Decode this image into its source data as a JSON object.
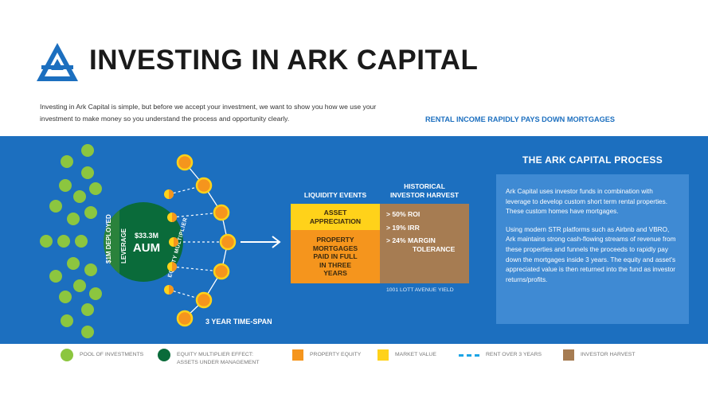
{
  "header": {
    "title": "INVESTING IN ARK CAPITAL",
    "intro": "Investing in Ark Capital is simple, but before we accept your investment, we want to show you how we use your investment to make money so you understand the process and opportunity clearly.",
    "rental_heading": "RENTAL INCOME RAPIDLY PAYS DOWN MORTGAGES"
  },
  "diagram": {
    "deployed": "$1M DEPLOYED",
    "leverage": "LEVERAGE",
    "aum_amount": "$33.3M",
    "aum": "AUM",
    "equity_multiplier": "EQUITY MULTIPLIER",
    "timespan": "3 YEAR TIME-SPAN"
  },
  "table": {
    "col1_head": "LIQUIDITY EVENTS",
    "col2_head_line1": "HISTORICAL",
    "col2_head_line2": "INVESTOR HARVEST",
    "asset_line1": "ASSET",
    "asset_line2": "APPRECIATION",
    "property_lines": [
      "PROPERTY",
      "MORTGAGES",
      "PAID IN FULL",
      "IN THREE",
      "YEARS"
    ],
    "harvest": [
      "> 50% ROI",
      "> 19% IRR",
      "> 24% MARGIN",
      "TOLERANCE"
    ],
    "footnote": "1001 LOTT AVENUE YIELD"
  },
  "process": {
    "title": "THE ARK CAPITAL PROCESS",
    "p1": "Ark Capital uses investor funds in combination with leverage to develop custom short term rental properties. These custom homes have mortgages.",
    "p2": "Using modern STR platforms such as Airbnb and VBRO, Ark maintains strong cash-flowing streams of revenue from these properties and funnels the proceeds to rapidly pay down the mortgages inside 3 years. The equity and asset's appreciated value is then returned into the fund as investor returns/profits."
  },
  "legend": {
    "pool": "POOL OF INVESTMENTS",
    "equity_line1": "EQUITY MULTIPLIER EFFECT:",
    "equity_line2": "ASSETS UNDER MANAGEMENT",
    "property_equity": "PROPERTY EQUITY",
    "market_value": "MARKET VALUE",
    "rent": "RENT OVER 3 YEARS",
    "harvest": "INVESTOR HARVEST"
  },
  "colors": {
    "blue_band": "#1c6fbf",
    "panel": "#3f8ad3",
    "green_pool": "#8cc63f",
    "dark_green": "#0a6b3a",
    "orange": "#f5951d",
    "yellow": "#ffd21a",
    "brown": "#a67c52",
    "rent_dash": "#1ca5e6"
  }
}
